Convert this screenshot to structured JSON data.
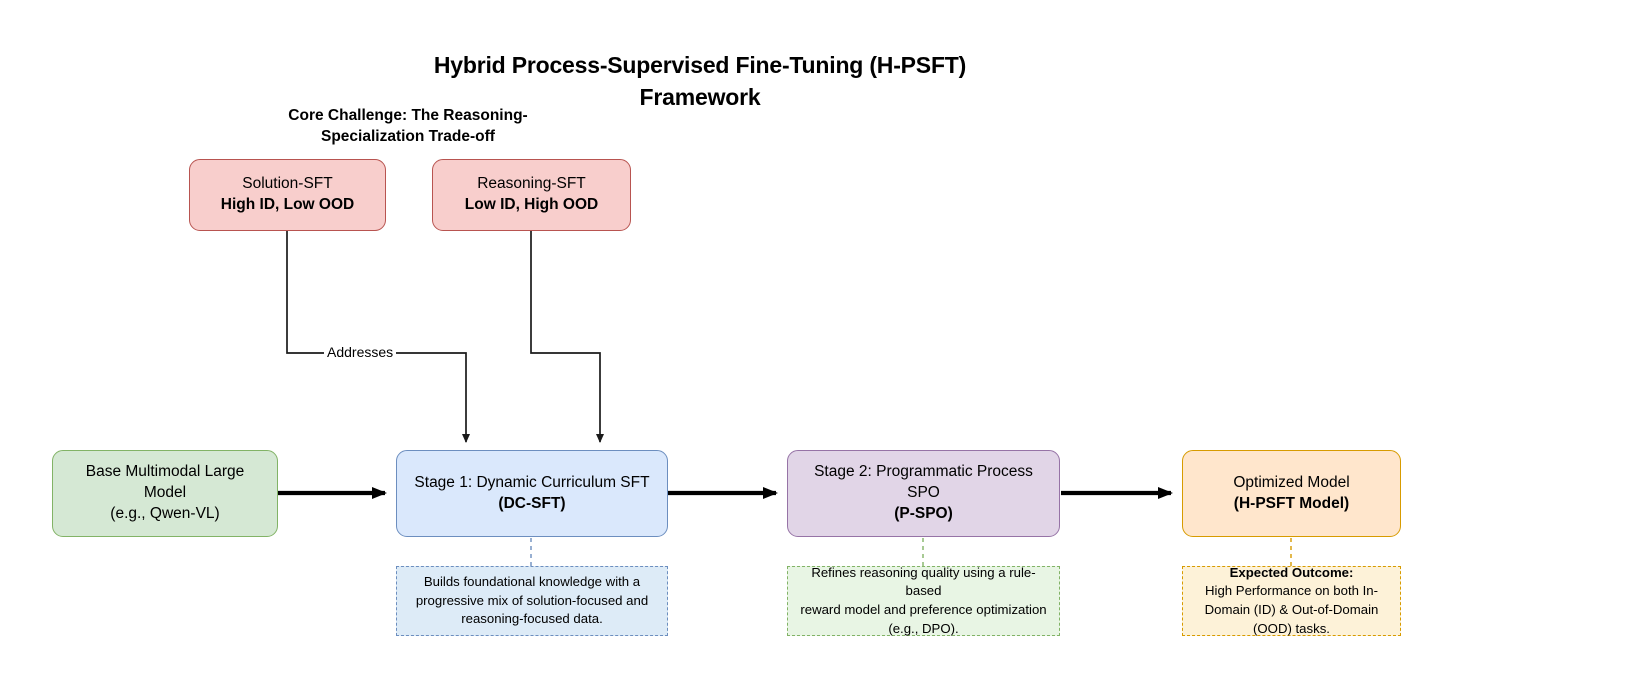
{
  "diagram": {
    "title": "Hybrid Process-Supervised Fine-Tuning (H-PSFT) Framework",
    "subheading": "Core Challenge: The Reasoning-Specialization Trade-off",
    "edge_labels": {
      "addresses": "Addresses"
    },
    "colors": {
      "pink_fill": "#f8cecc",
      "pink_border": "#b85450",
      "green_fill": "#d5e8d4",
      "green_border": "#82b366",
      "blue_fill": "#dae8fc",
      "blue_border": "#6c8ebf",
      "purple_fill": "#e1d5e7",
      "purple_border": "#9673a6",
      "orange_fill": "#ffe6cc",
      "orange_border": "#d79b00",
      "arrow": "#000000",
      "wire": "#1a1a1a"
    },
    "challenge_nodes": [
      {
        "id": "solution-sft",
        "line1": "Solution-SFT",
        "line2": "High ID, Low OOD"
      },
      {
        "id": "reasoning-sft",
        "line1": "Reasoning-SFT",
        "line2": "Low ID, High OOD"
      }
    ],
    "pipeline_nodes": [
      {
        "id": "base-model",
        "line1": "Base Multimodal Large",
        "line2": "Model",
        "line3": "(e.g., Qwen-VL)"
      },
      {
        "id": "stage-1",
        "line1": "Stage 1: Dynamic Curriculum SFT",
        "line2": "(DC-SFT)"
      },
      {
        "id": "stage-2",
        "line1": "Stage 2: Programmatic Process",
        "line2": "SPO",
        "line3": "(P-SPO)"
      },
      {
        "id": "optimized-model",
        "line1": "Optimized Model",
        "line2": "(H-PSFT Model)"
      }
    ],
    "notes": [
      {
        "id": "note-stage-1",
        "heading": "",
        "line1": "Builds foundational knowledge with a",
        "line2": "progressive mix of solution-focused and",
        "line3": "reasoning-focused data."
      },
      {
        "id": "note-stage-2",
        "heading": "",
        "line1": "Refines reasoning quality using a rule-based",
        "line2": "reward model and preference optimization",
        "line3": "(e.g., DPO)."
      },
      {
        "id": "note-outcome",
        "heading": "Expected Outcome:",
        "line1": "High Performance on both In-",
        "line2": "Domain (ID) & Out-of-Domain",
        "line3": "(OOD) tasks."
      }
    ]
  }
}
